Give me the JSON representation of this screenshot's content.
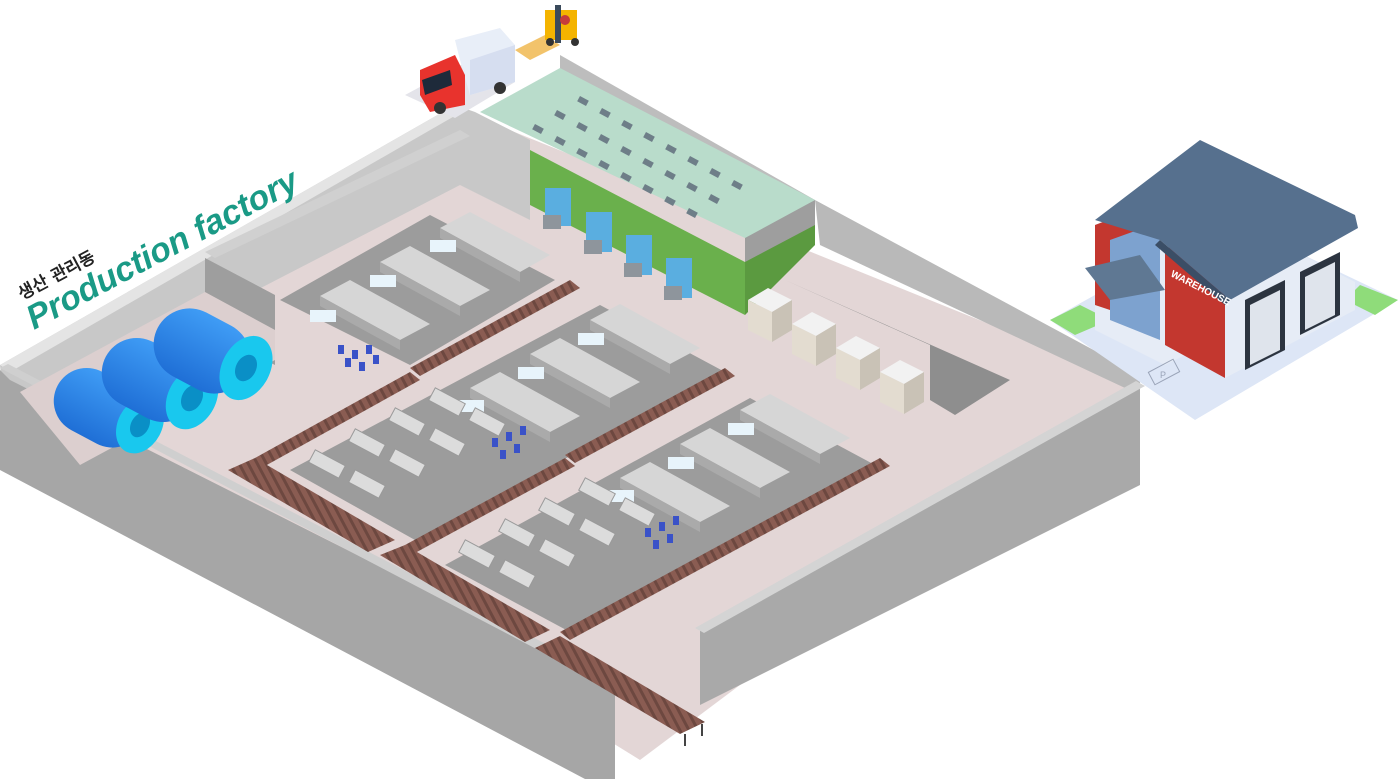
{
  "title": {
    "korean": "생산 관리동",
    "english": "Production factory"
  },
  "warehouse": {
    "sign": "WAREHOUSE",
    "parking_mark": "P"
  },
  "colors": {
    "floor": "#e3d6d6",
    "wall": "#a9a9a9",
    "wall_top": "#cfcfcf",
    "tank": "#2f86ea",
    "tank_face": "#19c8ee",
    "green_room": "#6ab04c",
    "green_roof": "#b9dccb",
    "conveyor": "#8d5f55",
    "roof": "#56708e",
    "warehouse_red": "#c3372f",
    "warehouse_wall": "#e6ecf6",
    "title_accent": "#1a9a86"
  },
  "icons": {
    "truck": "delivery-truck-icon",
    "forklift": "forklift-icon"
  }
}
